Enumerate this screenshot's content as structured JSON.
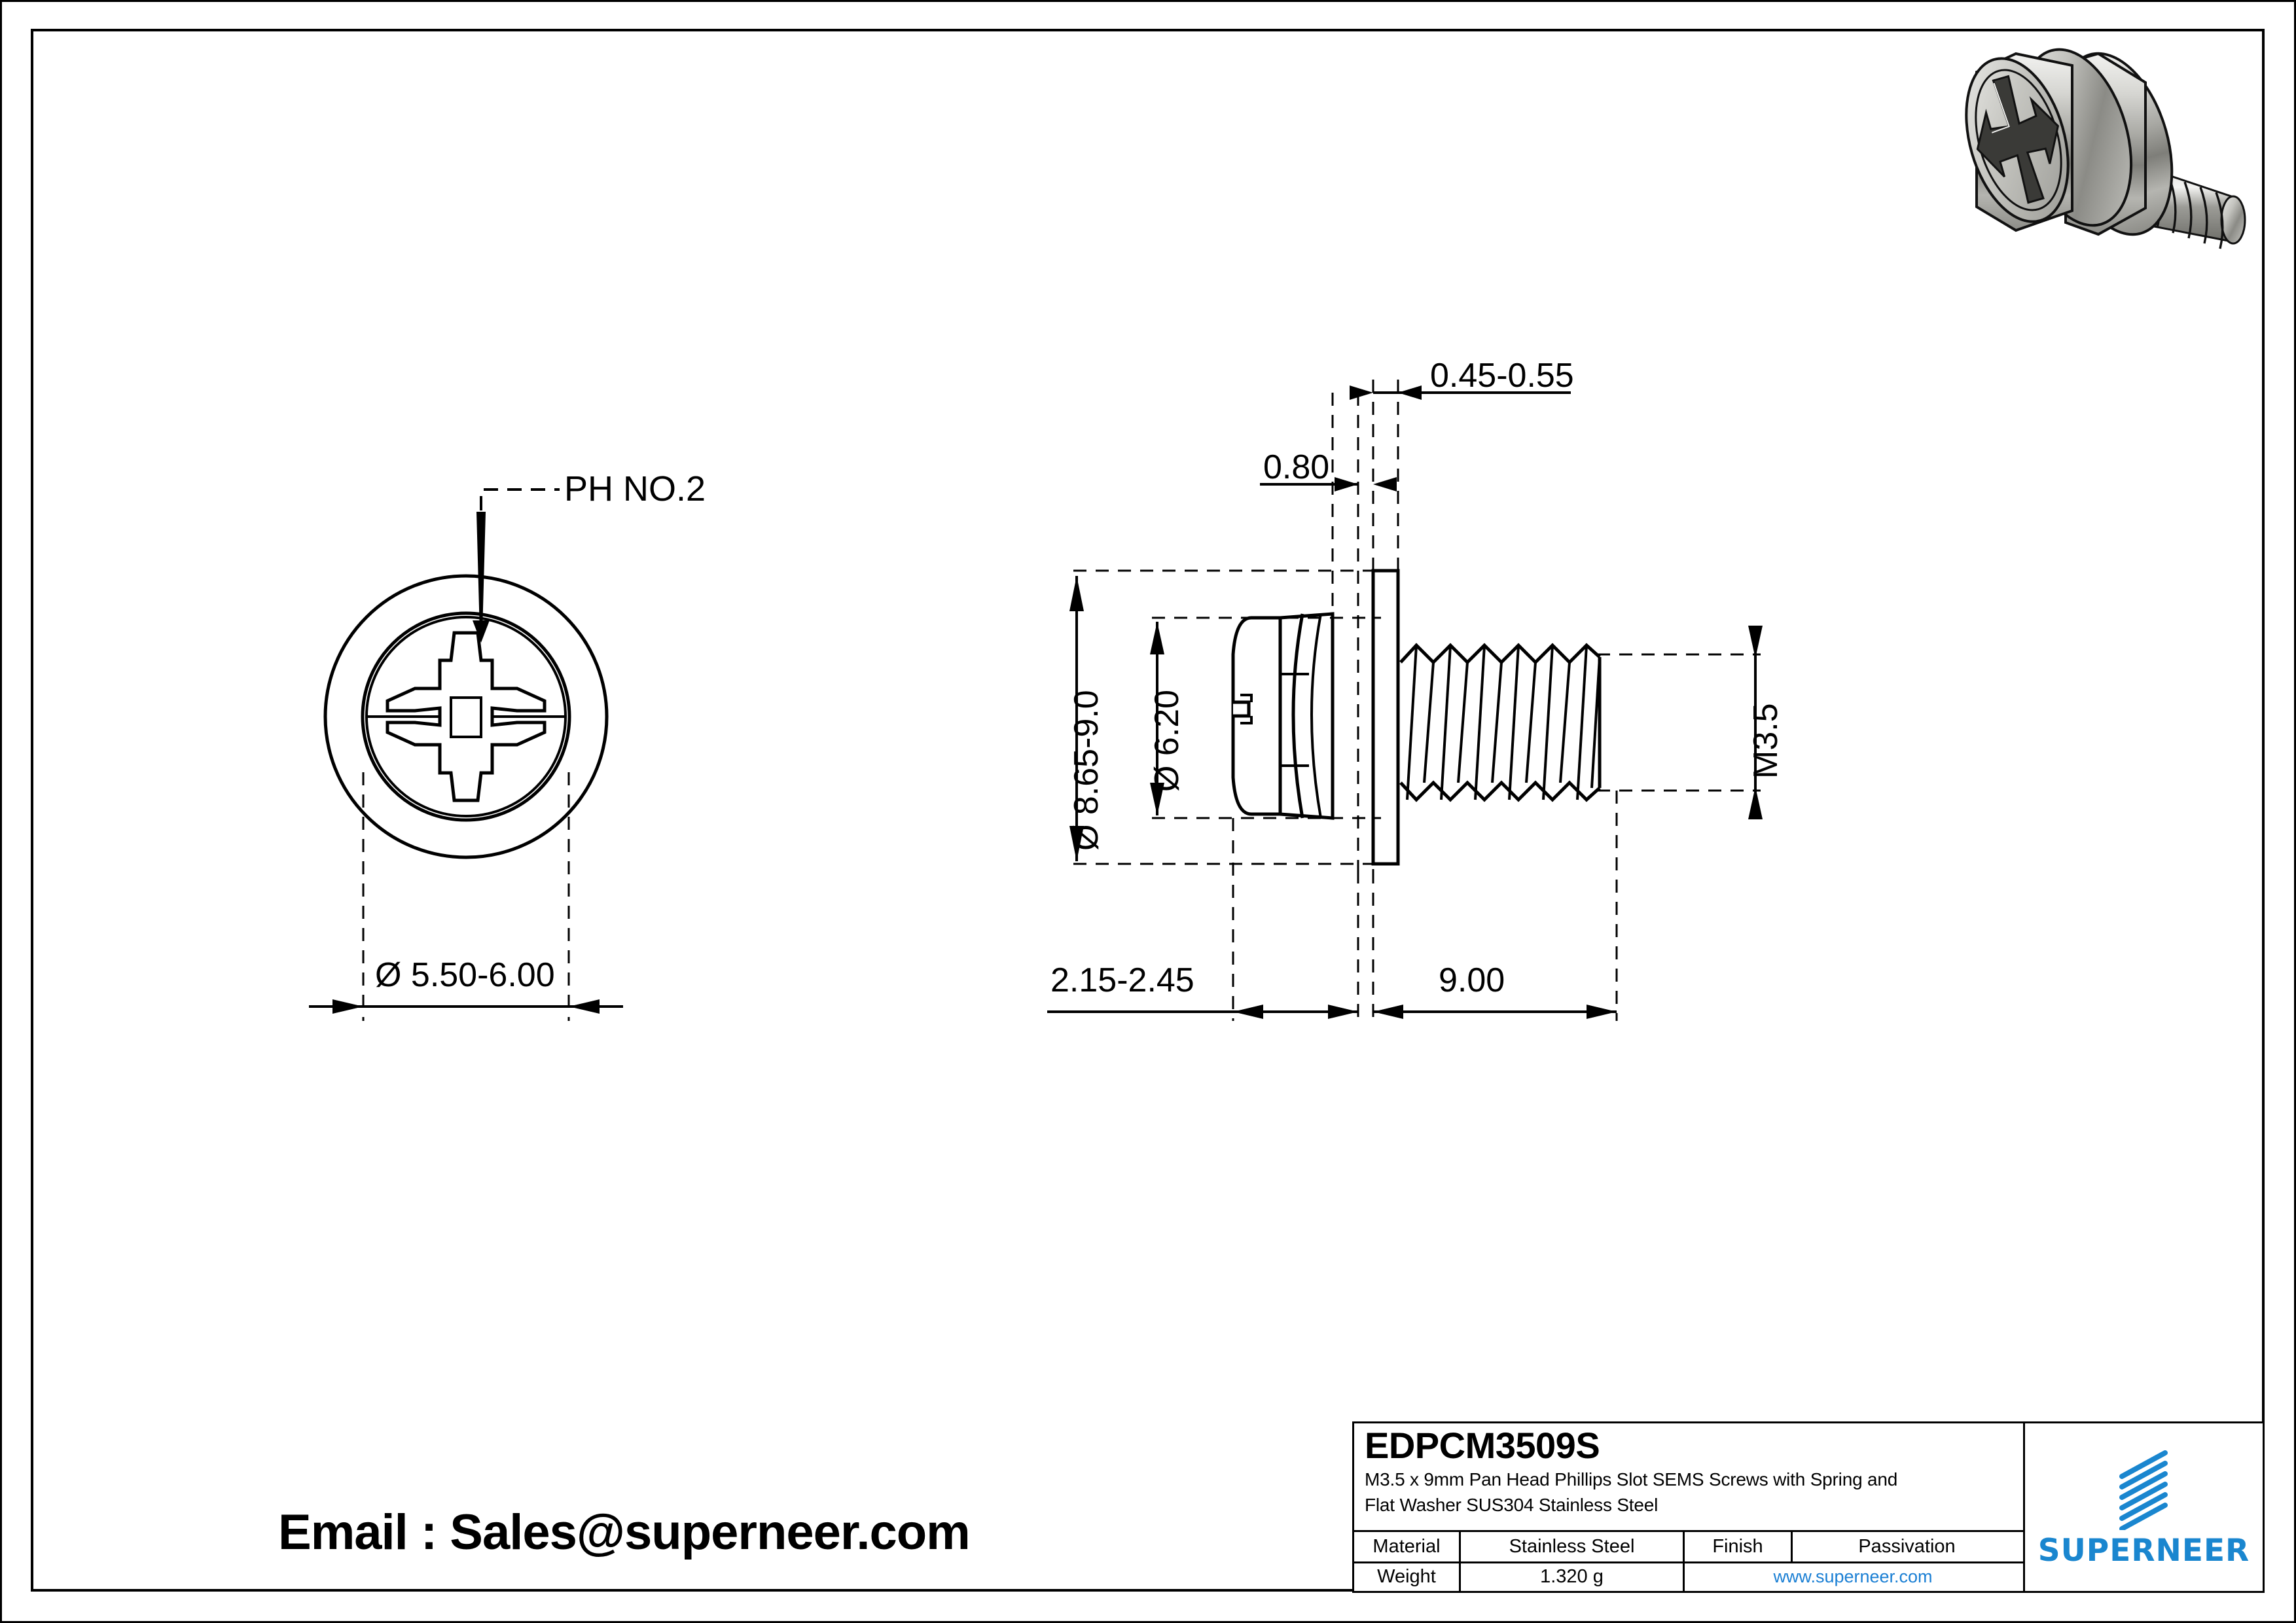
{
  "sheet": {
    "background": "#ffffff",
    "line_color": "#000000",
    "accent_color": "#1a86cf",
    "link_color": "#1a7fd4"
  },
  "render": {
    "icon": "screw-3d-render",
    "description": "Isometric 3D render of pan head phillips SEMS screw with spring and flat washer"
  },
  "front_view": {
    "name": "front-view-screw-head",
    "callout": "PH NO.2",
    "diameter_dim": "Ø 5.50-6.00"
  },
  "side_view": {
    "name": "side-view-screw",
    "dims": {
      "flat_washer_thickness": "0.45-0.55",
      "spring_washer_thickness": "0.80",
      "head_outer_diameter": "Ø 8.65-9.0",
      "head_diameter": "Ø 6.20",
      "thread_size": "M3.5",
      "head_height": "2.15-2.45",
      "thread_length": "9.00"
    }
  },
  "email": {
    "text": "Email : Sales@superneer.com"
  },
  "title_block": {
    "code": "EDPCM3509S",
    "description_line1": "M3.5 x 9mm Pan Head Phillips Slot SEMS Screws with Spring and",
    "description_line2": "Flat Washer SUS304 Stainless Steel",
    "material_label": "Material",
    "material_value": "Stainless Steel",
    "finish_label": "Finish",
    "finish_value": "Passivation",
    "weight_label": "Weight",
    "weight_value": "1.320 g",
    "website": "www.superneer.com",
    "brand": "SUPERNEER"
  }
}
